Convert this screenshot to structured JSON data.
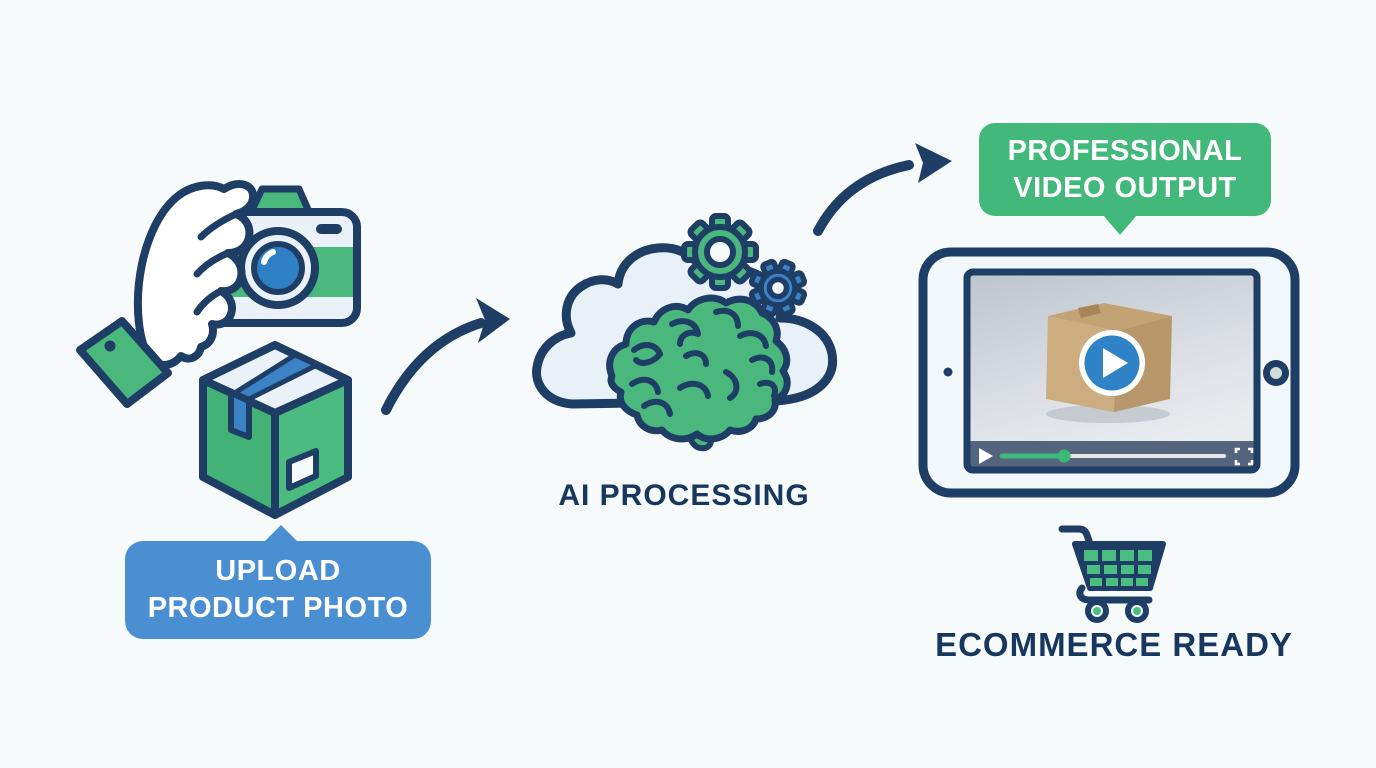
{
  "background": "#f7fafb",
  "upload_badge": {
    "line1": "UPLOAD",
    "line2": "PRODUCT PHOTO",
    "color": "#4a8fd2",
    "text_color": "#ffffff"
  },
  "output_badge": {
    "line1": "PROFESSIONAL",
    "line2": "VIDEO OUTPUT",
    "color": "#42b87b",
    "text_color": "#ffffff"
  },
  "captions": {
    "ai_processing": "AI PROCESSING",
    "ecommerce_ready": "ECOMMERCE READY",
    "color": "#17375f"
  },
  "video_player": {
    "progress_percent": 28,
    "progress_color": "#3cb878",
    "bar_color": "#53647c",
    "play_button_color": "#2e82c5"
  },
  "palette": {
    "outline_navy": "#1e3e66",
    "icon_green": "#4ab87c",
    "icon_blue": "#3b82c6",
    "light_fill": "#eaf1f8",
    "cloud_fill": "#e8f0f8",
    "cardboard_tan": "#c7a87a"
  },
  "icons": [
    "hand-holding-camera-icon",
    "product-box-icon",
    "curved-arrow-icon",
    "ai-cloud-icon",
    "brain-icon",
    "gears-icon",
    "tablet-icon",
    "video-play-button-icon",
    "video-progress-bar",
    "fullscreen-icon",
    "home-button-icon",
    "shopping-cart-icon"
  ]
}
